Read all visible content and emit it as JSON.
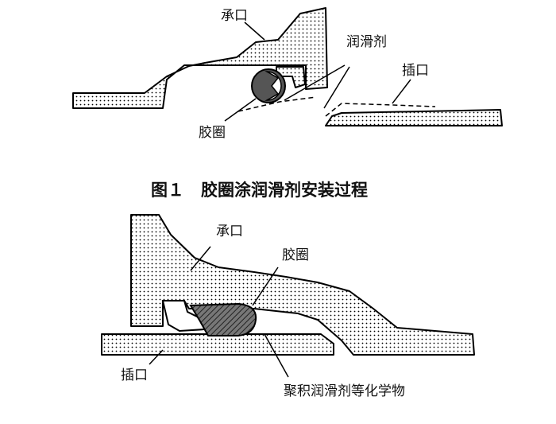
{
  "figure1": {
    "labels": {
      "socket": "承口",
      "lubricant": "润滑剂",
      "spigot": "插口",
      "gasket": "胶圈"
    },
    "caption": "图１　胶圈涂润滑剂安装过程"
  },
  "figure2": {
    "labels": {
      "socket": "承口",
      "gasket": "胶圈",
      "spigot": "插口",
      "accumulation": "聚积润滑剂等化学物"
    }
  }
}
